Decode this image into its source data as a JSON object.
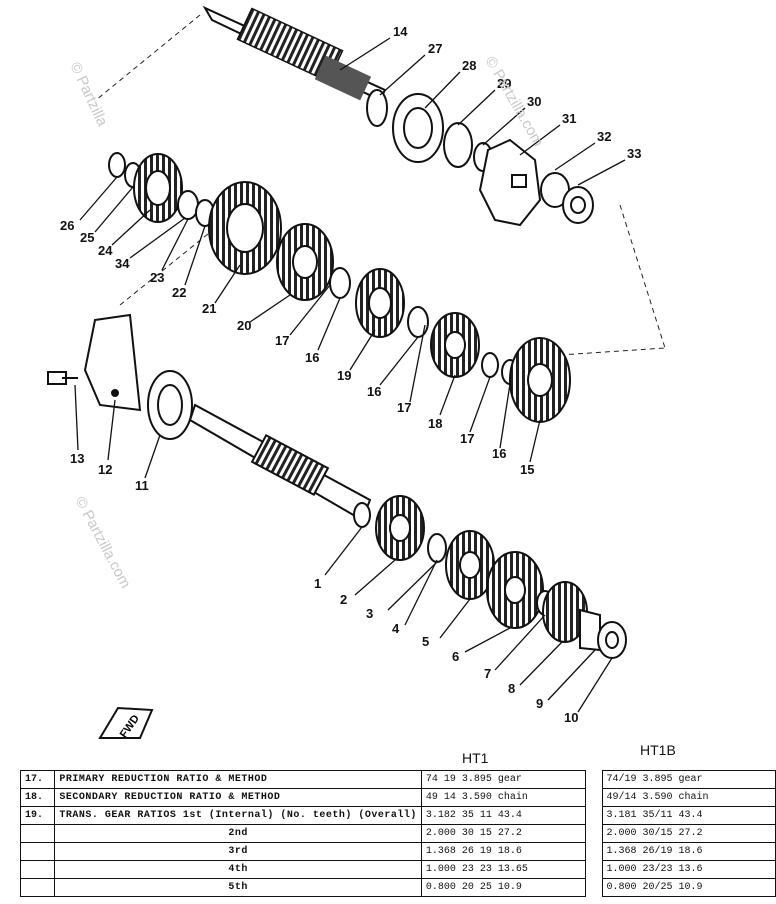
{
  "diagram": {
    "callouts": [
      "14",
      "27",
      "28",
      "29",
      "30",
      "31",
      "32",
      "33",
      "26",
      "25",
      "24",
      "34",
      "23",
      "22",
      "21",
      "20",
      "17",
      "16",
      "19",
      "16",
      "17",
      "18",
      "17",
      "16",
      "15",
      "13",
      "12",
      "11",
      "1",
      "2",
      "3",
      "4",
      "5",
      "6",
      "7",
      "8",
      "9",
      "10"
    ],
    "watermarks": [
      "© Partzilla",
      "© Partzilla.com",
      "© Partzilla.com"
    ],
    "arrow_label": "FWD"
  },
  "table": {
    "col_ht1": "HT1",
    "col_ht1b": "HT1B",
    "rows": [
      {
        "no": "17.",
        "label": "PRIMARY REDUCTION RATIO & METHOD",
        "ht1": "74 19  3.895  gear",
        "ht1b": "74/19  3.895  gear"
      },
      {
        "no": "18.",
        "label": "SECONDARY REDUCTION RATIO & METHOD",
        "ht1": "49 14  3.590  chain",
        "ht1b": "49/14  3.590  chain"
      },
      {
        "no": "19.",
        "label": "TRANS. GEAR RATIOS 1st (Internal) (No. teeth) (Overall)",
        "ht1": "3.182  35 11  43.4",
        "ht1b": "3.181  35/11  43.4"
      },
      {
        "no": "",
        "label": "2nd",
        "ht1": "2.000  30 15  27.2",
        "ht1b": "2.000  30/15  27.2"
      },
      {
        "no": "",
        "label": "3rd",
        "ht1": "1.368  26 19  18.6",
        "ht1b": "1.368  26/19  18.6"
      },
      {
        "no": "",
        "label": "4th",
        "ht1": "1.000  23  23   13.65",
        "ht1b": "1.000  23/23  13.6"
      },
      {
        "no": "",
        "label": "5th",
        "ht1": "0.800  20 25  10.9",
        "ht1b": "0.800  20/25  10.9"
      }
    ]
  }
}
